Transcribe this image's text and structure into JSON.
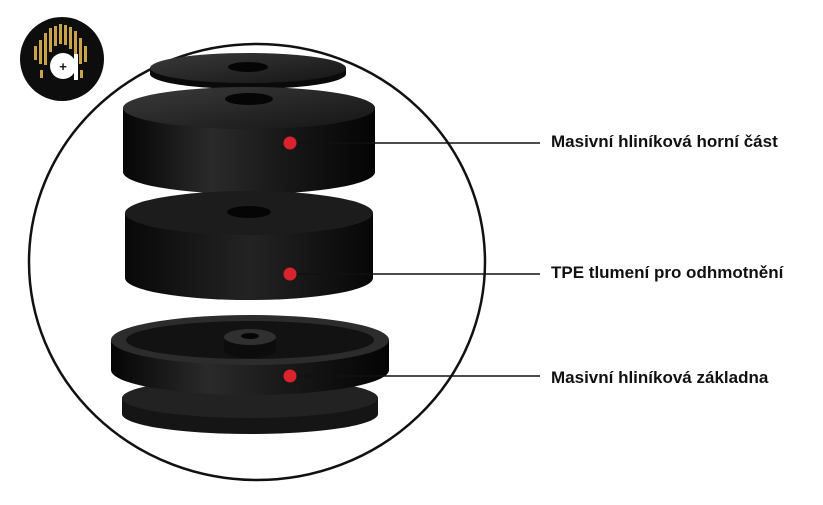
{
  "callouts": [
    {
      "label": "Masivní hliníková horní část"
    },
    {
      "label": "TPE tlumení pro odhmotnění"
    },
    {
      "label": "Masivní hliníková základna"
    }
  ],
  "colors": {
    "marker": "#d9232d",
    "outline": "#111111",
    "logo_gold": "#c9a24a"
  },
  "icons": [
    "brand-logo-icon"
  ]
}
